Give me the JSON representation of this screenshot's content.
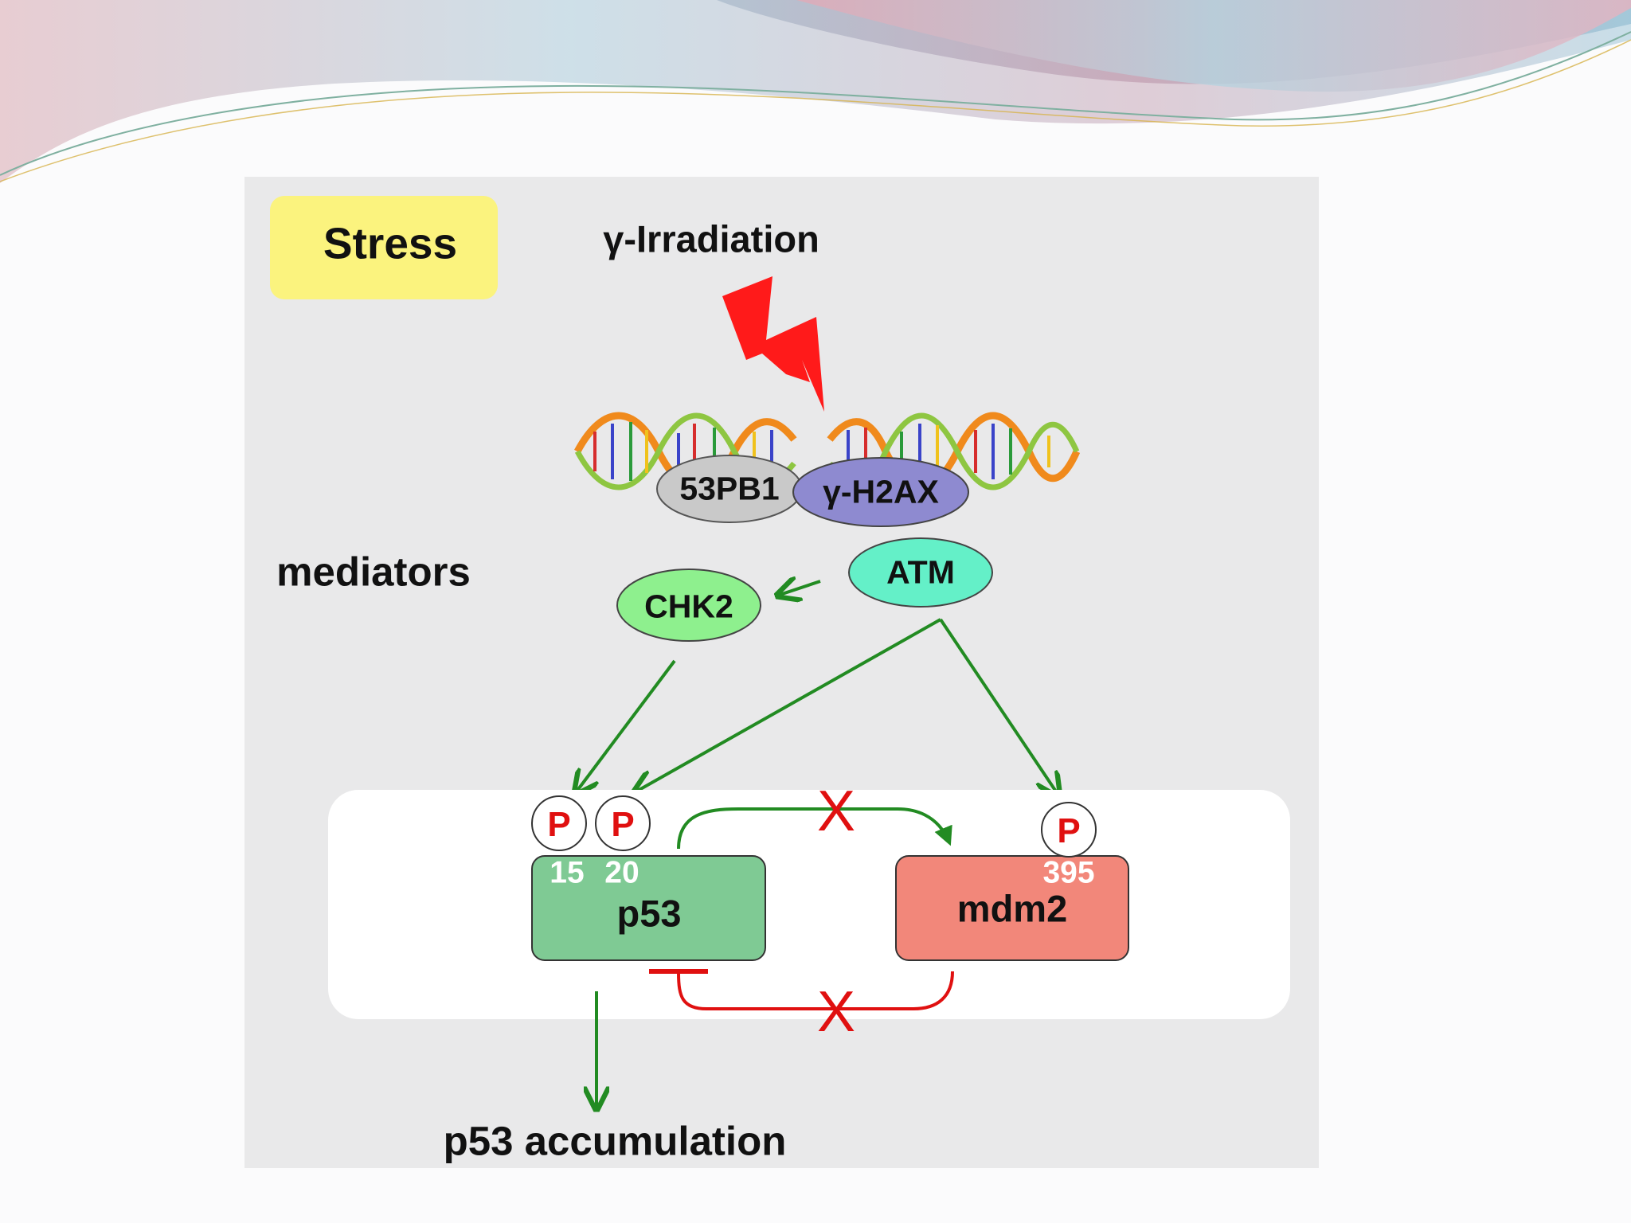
{
  "stress_label": "Stress",
  "trigger_label": "γ-Irradiation",
  "mediators_label": "mediators",
  "nodes": {
    "pb1": "53PB1",
    "h2ax": "γ-H2AX",
    "atm": "ATM",
    "chk2": "CHK2",
    "p53": "p53",
    "mdm2": "mdm2"
  },
  "phospho": {
    "symbol": "P",
    "site_p53_a": "15",
    "site_p53_b": "20",
    "site_mdm2": "395"
  },
  "outcome_label": "p53 accumulation",
  "block_mark": "X",
  "colors": {
    "stress_box": "#fbf37e",
    "bolt": "#ff1a1a",
    "pb1_fill": "#c9c9c9",
    "h2ax_fill": "#8e8ad0",
    "atm_fill": "#64f0c8",
    "chk2_fill": "#8ef08e",
    "p53_fill": "#7fca94",
    "mdm2_fill": "#f2877a",
    "activation_arrow": "#228b22",
    "inhibition_line": "#e01010"
  },
  "icons": [
    "lightning-bolt-icon",
    "dna-helix-icon",
    "phosphate-icon"
  ]
}
